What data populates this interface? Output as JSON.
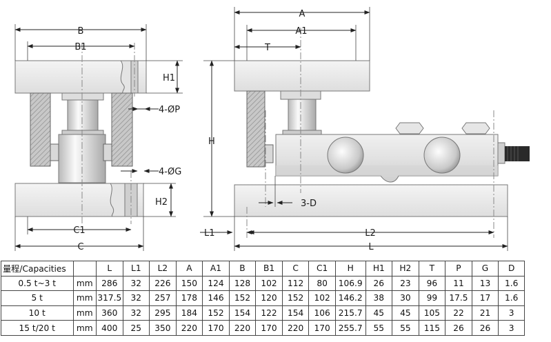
{
  "labels": {
    "B": "B",
    "B1": "B1",
    "H1": "H1",
    "P": "4-ØP",
    "G": "4-ØG",
    "H2": "H2",
    "C1": "C1",
    "C": "C",
    "A": "A",
    "A1": "A1",
    "T": "T",
    "H": "H",
    "D": "3-D",
    "L1": "L1",
    "L2": "L2",
    "L": "L"
  },
  "table": {
    "headers": [
      "量程/Capacities",
      "",
      "L",
      "L1",
      "L2",
      "A",
      "A1",
      "B",
      "B1",
      "C",
      "C1",
      "H",
      "H1",
      "H2",
      "T",
      "P",
      "G",
      "D"
    ],
    "rows": [
      [
        "0.5 t~3 t",
        "mm",
        "286",
        "32",
        "226",
        "150",
        "124",
        "128",
        "102",
        "112",
        "80",
        "106.9",
        "26",
        "23",
        "96",
        "11",
        "13",
        "1.6"
      ],
      [
        "5 t",
        "mm",
        "317.5",
        "32",
        "257",
        "178",
        "146",
        "152",
        "120",
        "152",
        "102",
        "146.2",
        "38",
        "30",
        "99",
        "17.5",
        "17",
        "1.6"
      ],
      [
        "10 t",
        "mm",
        "360",
        "32",
        "295",
        "184",
        "152",
        "154",
        "122",
        "154",
        "106",
        "215.7",
        "45",
        "45",
        "105",
        "22",
        "21",
        "3"
      ],
      [
        "15 t/20 t",
        "mm",
        "400",
        "25",
        "350",
        "220",
        "170",
        "220",
        "170",
        "220",
        "170",
        "255.7",
        "55",
        "55",
        "115",
        "26",
        "26",
        "3"
      ]
    ]
  }
}
